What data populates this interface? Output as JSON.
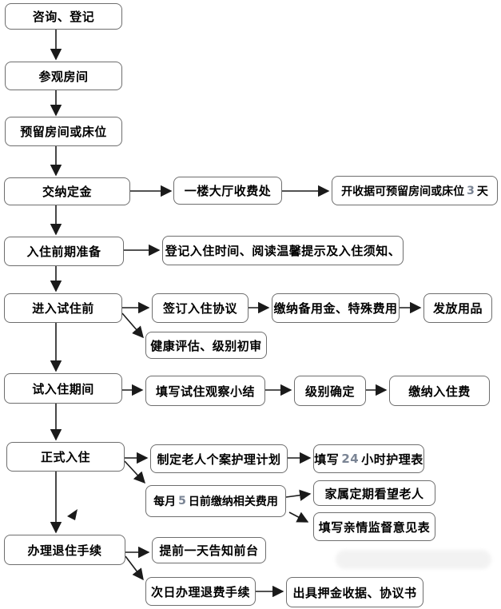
{
  "diagram_type": "flowchart",
  "colors": {
    "box_border": "#6e6e6e",
    "box_fill": "#ffffff",
    "line": "#1a1a1a",
    "text": "#000000",
    "numeral": "#7a8494",
    "background": "#ffffff"
  },
  "nodes": {
    "consult_register": {
      "label": "咨询、登记"
    },
    "visit_rooms": {
      "label": "参观房间"
    },
    "reserve_room": {
      "label": "预留房间或床位"
    },
    "pay_deposit": {
      "label": "交纳定金"
    },
    "lobby_fee_office": {
      "label": "一楼大厅收费处"
    },
    "receipt_reserve": {
      "pre": "开收据可预留房间或床位",
      "num": "3",
      "post": "天"
    },
    "precheckin_prep": {
      "label": "入住前期准备"
    },
    "register_time_notice": {
      "label": "登记入住时间、阅读温馨提示及入住须知、"
    },
    "before_trial": {
      "label": "进入试住前"
    },
    "sign_agreement": {
      "label": "签订入住协议"
    },
    "pay_reserve_fund": {
      "label": "缴纳备用金、特殊费用"
    },
    "issue_supplies": {
      "label": "发放用品"
    },
    "health_assessment": {
      "label": "健康评估、级别初审"
    },
    "trial_period": {
      "label": "试入住期间"
    },
    "trial_summary": {
      "label": "填写试住观察小结"
    },
    "level_confirm": {
      "label": "级别确定"
    },
    "pay_checkin_fee": {
      "label": "缴纳入住费"
    },
    "official_checkin": {
      "label": "正式入住"
    },
    "care_plan": {
      "label": "制定老人个案护理计划"
    },
    "care_form_24h": {
      "pre": "填写",
      "num": "24",
      "post": "小时护理表"
    },
    "monthly_fee": {
      "pre": "每月",
      "num": "5",
      "post": "日前缴纳相关费用"
    },
    "family_visit": {
      "label": "家属定期看望老人"
    },
    "family_feedback": {
      "label": "填写亲情监督意见表"
    },
    "checkout": {
      "label": "办理退住手续"
    },
    "notify_front_desk": {
      "label": "提前一天告知前台"
    },
    "refund_next_day": {
      "label": "次日办理退费手续"
    },
    "issue_receipt_agreement": {
      "label": "出具押金收据、协议书"
    }
  },
  "edges": [
    {
      "from": "consult_register",
      "to": "visit_rooms"
    },
    {
      "from": "visit_rooms",
      "to": "reserve_room"
    },
    {
      "from": "reserve_room",
      "to": "pay_deposit"
    },
    {
      "from": "pay_deposit",
      "to": "lobby_fee_office"
    },
    {
      "from": "lobby_fee_office",
      "to": "receipt_reserve"
    },
    {
      "from": "pay_deposit",
      "to": "precheckin_prep"
    },
    {
      "from": "precheckin_prep",
      "to": "register_time_notice"
    },
    {
      "from": "precheckin_prep",
      "to": "before_trial"
    },
    {
      "from": "before_trial",
      "to": "sign_agreement"
    },
    {
      "from": "before_trial",
      "to": "health_assessment"
    },
    {
      "from": "sign_agreement",
      "to": "pay_reserve_fund"
    },
    {
      "from": "pay_reserve_fund",
      "to": "issue_supplies"
    },
    {
      "from": "before_trial",
      "to": "trial_period"
    },
    {
      "from": "trial_period",
      "to": "trial_summary"
    },
    {
      "from": "trial_summary",
      "to": "level_confirm"
    },
    {
      "from": "level_confirm",
      "to": "pay_checkin_fee"
    },
    {
      "from": "trial_period",
      "to": "official_checkin"
    },
    {
      "from": "official_checkin",
      "to": "care_plan"
    },
    {
      "from": "care_plan",
      "to": "care_form_24h"
    },
    {
      "from": "official_checkin",
      "to": "monthly_fee"
    },
    {
      "from": "monthly_fee",
      "to": "family_visit"
    },
    {
      "from": "monthly_fee",
      "to": "family_feedback"
    },
    {
      "from": "official_checkin",
      "to": "checkout"
    },
    {
      "from": "checkout",
      "to": "notify_front_desk"
    },
    {
      "from": "checkout",
      "to": "refund_next_day"
    },
    {
      "from": "refund_next_day",
      "to": "issue_receipt_agreement"
    }
  ]
}
